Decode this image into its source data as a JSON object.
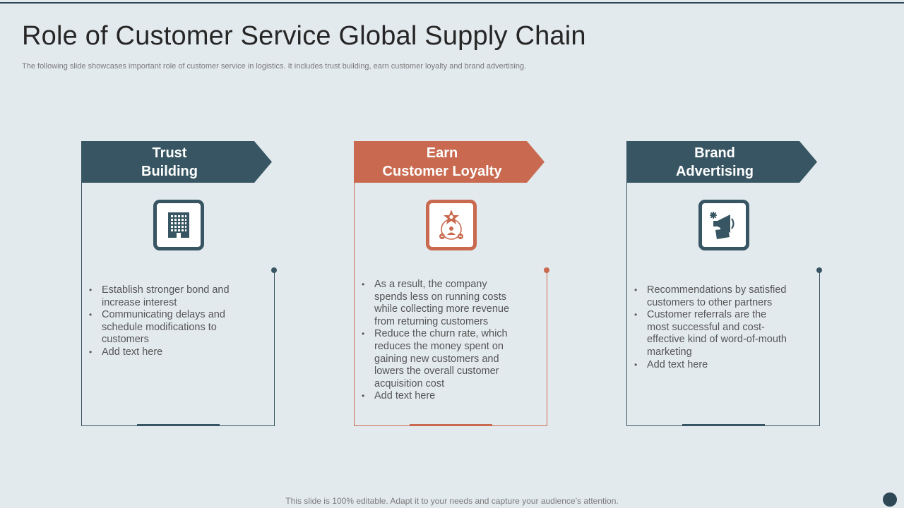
{
  "slide": {
    "title": "Role of Customer Service Global Supply Chain",
    "subtitle": "The following slide showcases important role of customer service in logistics. It includes trust building, earn customer loyalty and brand advertising.",
    "footer": "This slide is 100% editable. Adapt it to your needs and capture your audience’s attention."
  },
  "colors": {
    "dark": "#375562",
    "accent": "#c96a50",
    "background": "#e3eaee"
  },
  "cards": [
    {
      "title_line1": "Trust",
      "title_line2": "Building",
      "icon": "office-building-icon",
      "bullets": [
        "Establish stronger bond and increase interest",
        "Communicating delays and schedule modifications to customers",
        "Add  text here"
      ]
    },
    {
      "title_line1": "Earn",
      "title_line2": "Customer Loyalty",
      "icon": "customer-loyalty-icon",
      "bullets": [
        "As a result, the company spends less on running costs while collecting more revenue from returning customers",
        "Reduce the churn rate, which reduces the money spent on gaining new customers and lowers the overall customer acquisition cost",
        "Add text here"
      ]
    },
    {
      "title_line1": "Brand",
      "title_line2": "Advertising",
      "icon": "megaphone-icon",
      "bullets": [
        "Recommendations by satisfied customers to other partners",
        "Customer referrals are the most successful and cost-effective kind of word-of-mouth marketing",
        "Add text here"
      ]
    }
  ]
}
